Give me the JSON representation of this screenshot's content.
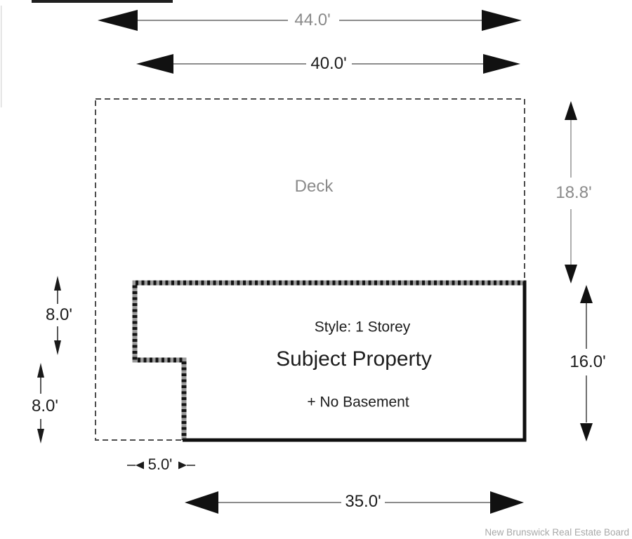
{
  "plan": {
    "overall": {
      "width_label": "44.0'"
    },
    "deck": {
      "label": "Deck",
      "width_label": "40.0'",
      "depth_label": "18.8'"
    },
    "property": {
      "style_label": "Style: 1 Storey",
      "name_label": "Subject Property",
      "basement_label": "+ No Basement",
      "width_label": "35.0'",
      "depth_label": "16.0'",
      "notch_width_label": "5.0'",
      "notch_upper_depth_label": "8.0'",
      "notch_lower_depth_label": "8.0'"
    },
    "watermark": "New Brunswick Real Estate Board",
    "colors": {
      "dim_text_gray": "#8a8a8a",
      "dim_text_black": "#1c1c1c",
      "dim_line_gray": "#8c8c8c",
      "arrowhead_black": "#111111",
      "deck_dash": "#4d4d4d",
      "wall_solid": "#0f0f0f",
      "wall_hatch_base": "#9a9a9a"
    }
  }
}
